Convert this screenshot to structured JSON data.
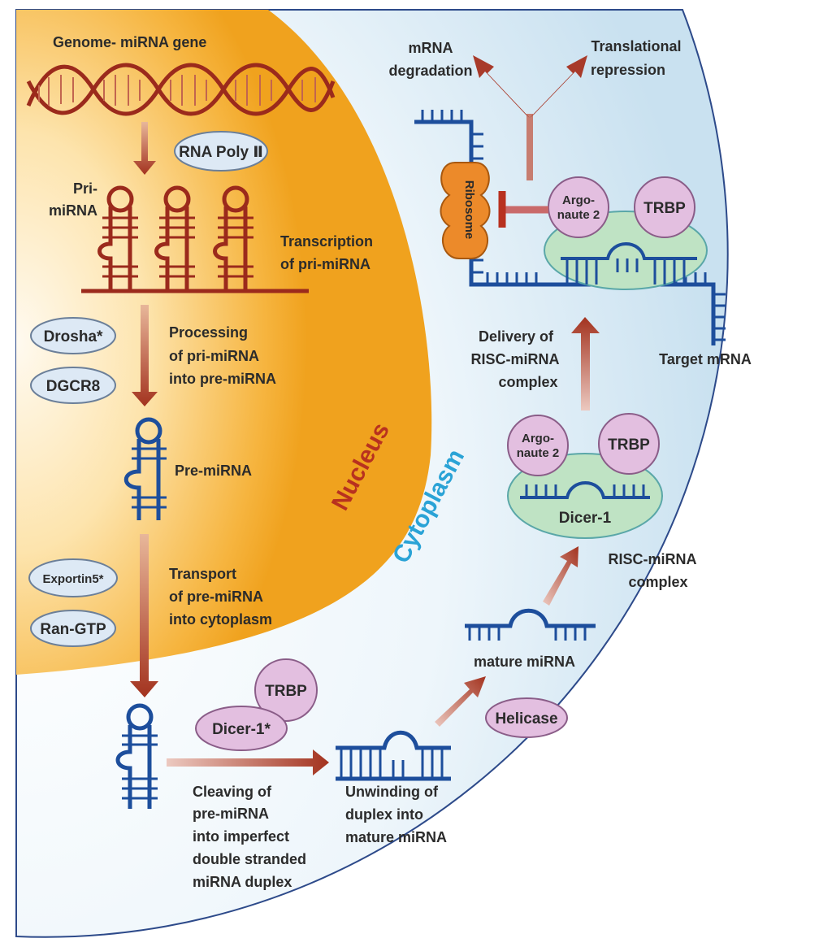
{
  "labels": {
    "genome": "Genome- miRNA gene",
    "rna_poly": "RNA Poly Ⅱ",
    "pri_mirna_1": "Pri-",
    "pri_mirna_2": "miRNA",
    "transcription_1": "Transcription",
    "transcription_2": "of pri-miRNA",
    "drosha": "Drosha*",
    "dgcr8": "DGCR8",
    "processing_1": "Processing",
    "processing_2": "of pri-miRNA",
    "processing_3": "into pre-miRNA",
    "pre_mirna": "Pre-miRNA",
    "nucleus": "Nucleus",
    "cytoplasm": "Cytoplasm",
    "exportin": "Exportin5*",
    "ran_gtp": "Ran-GTP",
    "transport_1": "Transport",
    "transport_2": "of pre-miRNA",
    "transport_3": "into cytoplasm",
    "trbp_bottom": "TRBP",
    "dicer_bottom": "Dicer-1*",
    "cleaving_1": "Cleaving of",
    "cleaving_2": "pre-miRNA",
    "cleaving_3": "into imperfect",
    "cleaving_4": "double stranded",
    "cleaving_5": "miRNA duplex",
    "unwinding_1": "Unwinding of",
    "unwinding_2": "duplex into",
    "unwinding_3": "mature miRNA",
    "mature_mirna": "mature miRNA",
    "helicase": "Helicase",
    "risc_1": "RISC-miRNA",
    "risc_2": "complex",
    "argo_mid_1": "Argo-",
    "argo_mid_2": "naute 2",
    "trbp_mid": "TRBP",
    "dicer_mid": "Dicer-1",
    "delivery_1": "Delivery of",
    "delivery_2": "RISC-miRNA",
    "delivery_3": "complex",
    "target_mrna": "Target mRNA",
    "argo_top_1": "Argo-",
    "argo_top_2": "naute 2",
    "trbp_top": "TRBP",
    "ribosome": "Ribosome",
    "mrna_deg_1": "mRNA",
    "mrna_deg_2": "degradation",
    "trans_rep_1": "Translational",
    "trans_rep_2": "repression"
  },
  "colors": {
    "nucleus_outer": "#f2a623",
    "nucleus_inner": "#fde6b8",
    "cytoplasm_edge": "#d3e7f3",
    "cytoplasm_inner": "#f2f8fc",
    "boundary": "#2d4a8a",
    "rna_red": "#9b2a1c",
    "rna_blue": "#1d4e9c",
    "arrow_red": "#a63a2a",
    "protein_pink": "#e3bfe0",
    "protein_stroke": "#8a5d88",
    "ellipse_blue": "#dde9f5",
    "risc_green": "#bfe3c4",
    "ribosome_orange": "#ec8a2a",
    "nucleus_text": "#b8311f",
    "cytoplasm_text": "#2aa3d6"
  }
}
